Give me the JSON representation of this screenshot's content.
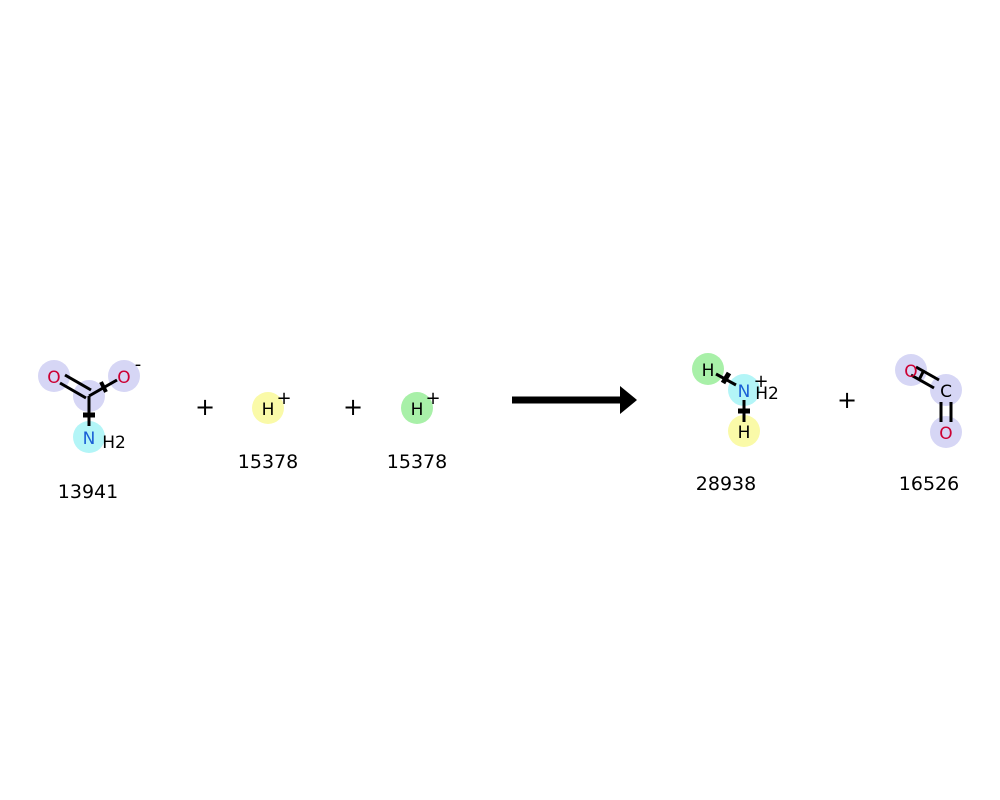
{
  "reaction": {
    "reactants": [
      {
        "id": "13941",
        "atoms": {
          "o1": "O",
          "o2": "O",
          "n": "N",
          "h2": "H2"
        },
        "charge": "-"
      },
      {
        "id": "15378",
        "atoms": {
          "h": "H"
        },
        "charge": "+"
      },
      {
        "id": "15378",
        "atoms": {
          "h": "H"
        },
        "charge": "+"
      }
    ],
    "products": [
      {
        "id": "28938",
        "atoms": {
          "h_top": "H",
          "n": "N",
          "h2": "H2",
          "h_bottom": "H"
        },
        "charge": "+"
      },
      {
        "id": "16526",
        "atoms": {
          "o1": "O",
          "c": "C",
          "o2": "O"
        }
      }
    ],
    "plus_sign": "+"
  },
  "colors": {
    "oxygen": "#cc0033",
    "nitrogen": "#1a5fd6",
    "carbon": "#000000",
    "highlight_purple": "#d6d6f5",
    "highlight_cyan": "#b3f5f7",
    "highlight_yellow": "#fafaa8",
    "highlight_green": "#a8f0a8"
  }
}
